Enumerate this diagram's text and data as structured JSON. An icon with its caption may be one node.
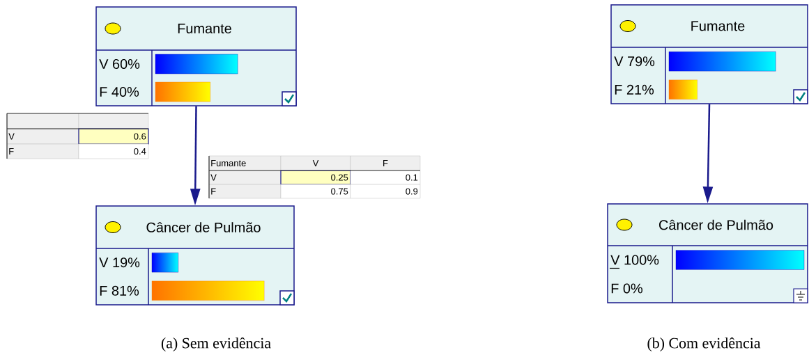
{
  "diagram": {
    "nodes": [
      {
        "text": [
          "Fumante",
          "V 60%",
          "F 40%"
        ]
      },
      {
        "text": [
          "Câncer de Pulmão",
          "V 19%",
          "F 81%"
        ]
      },
      {
        "text": [
          "Fumante",
          "V 79%",
          "F 21%"
        ]
      },
      {
        "text": [
          "Câncer de Pulmão",
          "V 100%",
          "F 0%"
        ]
      }
    ],
    "edges": [
      {
        "from": 0,
        "to": 1,
        "arrow": "to"
      },
      {
        "from": 2,
        "to": 3,
        "arrow": "to"
      }
    ],
    "labels": [
      "V",
      "0.6",
      "F",
      "0.4",
      "Fumante",
      "V",
      "F",
      "V",
      "0.25",
      "0.1",
      "F",
      "0.75",
      "0.9",
      "(a) Sem evidência",
      "(b) Com evidência"
    ]
  }
}
